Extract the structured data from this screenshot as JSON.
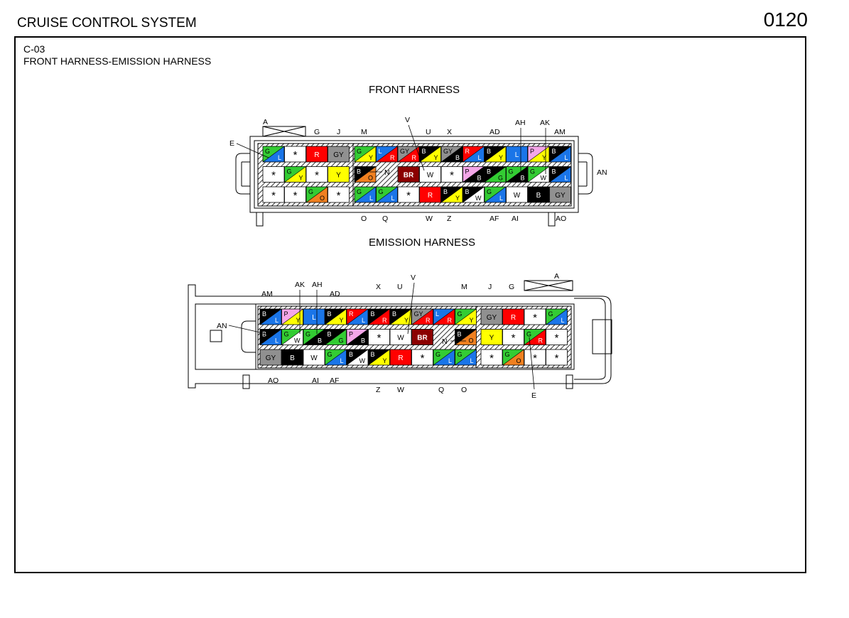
{
  "header": {
    "title": "CRUISE CONTROL SYSTEM",
    "page_number": "0120"
  },
  "connector": {
    "code": "C-03",
    "description": "FRONT HARNESS-EMISSION HARNESS"
  },
  "colors": {
    "B": "#000000",
    "W": "#ffffff",
    "R": "#ff0000",
    "G": "#33cc33",
    "Y": "#ffff00",
    "L": "#1a75e8",
    "O": "#f08020",
    "P": "#f4a6e8",
    "GY": "#909090",
    "BR": "#8b0000"
  },
  "front": {
    "title": "FRONT HARNESS",
    "left_block": [
      [
        [
          "G",
          "L"
        ],
        [
          "*"
        ],
        [
          "R"
        ],
        [
          "GY"
        ]
      ],
      [
        [
          "*"
        ],
        [
          "G",
          "Y"
        ],
        [
          "*"
        ],
        [
          "Y"
        ]
      ],
      [
        [
          "*"
        ],
        [
          "*"
        ],
        [
          "G",
          "O"
        ],
        [
          "*"
        ]
      ]
    ],
    "right_rows": [
      [
        [
          "G",
          "Y"
        ],
        [
          "L",
          "R"
        ],
        [
          "GY",
          "R"
        ],
        [
          "B",
          "Y"
        ],
        [
          "GY",
          "B"
        ],
        [
          "R",
          "L"
        ],
        [
          "B",
          "Y"
        ],
        [
          "L"
        ],
        [
          "P",
          "Y"
        ],
        [
          "B",
          "L"
        ]
      ],
      [
        [
          "B",
          "O"
        ],
        null,
        [
          "BR"
        ],
        [
          "W"
        ],
        [
          "*"
        ],
        [
          "P",
          "B"
        ],
        [
          "B",
          "G"
        ],
        [
          "G",
          "B"
        ],
        [
          "G",
          "W"
        ],
        [
          "B",
          "L"
        ]
      ],
      [
        [
          "G",
          "L"
        ],
        [
          "G",
          "L"
        ],
        [
          "*"
        ],
        [
          "R"
        ],
        [
          "B",
          "Y"
        ],
        [
          "B",
          "W"
        ],
        [
          "G",
          "L"
        ],
        [
          "W"
        ],
        [
          "B"
        ],
        [
          "GY"
        ]
      ]
    ],
    "labels": {
      "top": [
        "A",
        "G",
        "J",
        "M",
        "V",
        "U",
        "X",
        "AD",
        "AH",
        "AK",
        "AM"
      ],
      "bottom": [
        "O",
        "Q",
        "W",
        "Z",
        "AF",
        "AI",
        "AO"
      ],
      "side": [
        "E",
        "N",
        "AN"
      ]
    }
  },
  "emission": {
    "title": "EMISSION HARNESS",
    "left_rows": [
      [
        [
          "B",
          "L"
        ],
        [
          "P",
          "Y"
        ],
        [
          "L"
        ],
        [
          "B",
          "Y"
        ],
        [
          "R",
          "L"
        ],
        [
          "B",
          "R"
        ],
        [
          "B",
          "Y"
        ],
        [
          "GY",
          "R"
        ],
        [
          "L",
          "R"
        ],
        [
          "G",
          "Y"
        ]
      ],
      [
        [
          "B",
          "L"
        ],
        [
          "G",
          "W"
        ],
        [
          "G",
          "B"
        ],
        [
          "B",
          "G"
        ],
        [
          "P",
          "B"
        ],
        [
          "*"
        ],
        [
          "W"
        ],
        [
          "BR"
        ],
        null,
        [
          "B",
          "O"
        ]
      ],
      [
        [
          "GY"
        ],
        [
          "B"
        ],
        [
          "W"
        ],
        [
          "G",
          "L"
        ],
        [
          "B",
          "W"
        ],
        [
          "B",
          "Y"
        ],
        [
          "R"
        ],
        [
          "*"
        ],
        [
          "G",
          "L"
        ],
        [
          "G",
          "L"
        ]
      ]
    ],
    "right_block": [
      [
        [
          "GY"
        ],
        [
          "R"
        ],
        [
          "*"
        ],
        [
          "G",
          "L"
        ]
      ],
      [
        [
          "Y"
        ],
        [
          "*"
        ],
        [
          "G",
          "R"
        ],
        [
          "*"
        ]
      ],
      [
        [
          "*"
        ],
        [
          "G",
          "O"
        ],
        [
          "*"
        ],
        [
          "*"
        ]
      ]
    ],
    "labels": {
      "top": [
        "AM",
        "AK",
        "AH",
        "AD",
        "X",
        "U",
        "V",
        "M",
        "J",
        "G",
        "A"
      ],
      "bottom": [
        "AO",
        "AI",
        "AF",
        "Z",
        "W",
        "Q",
        "O"
      ],
      "side": [
        "AN",
        "N",
        "E"
      ]
    }
  }
}
